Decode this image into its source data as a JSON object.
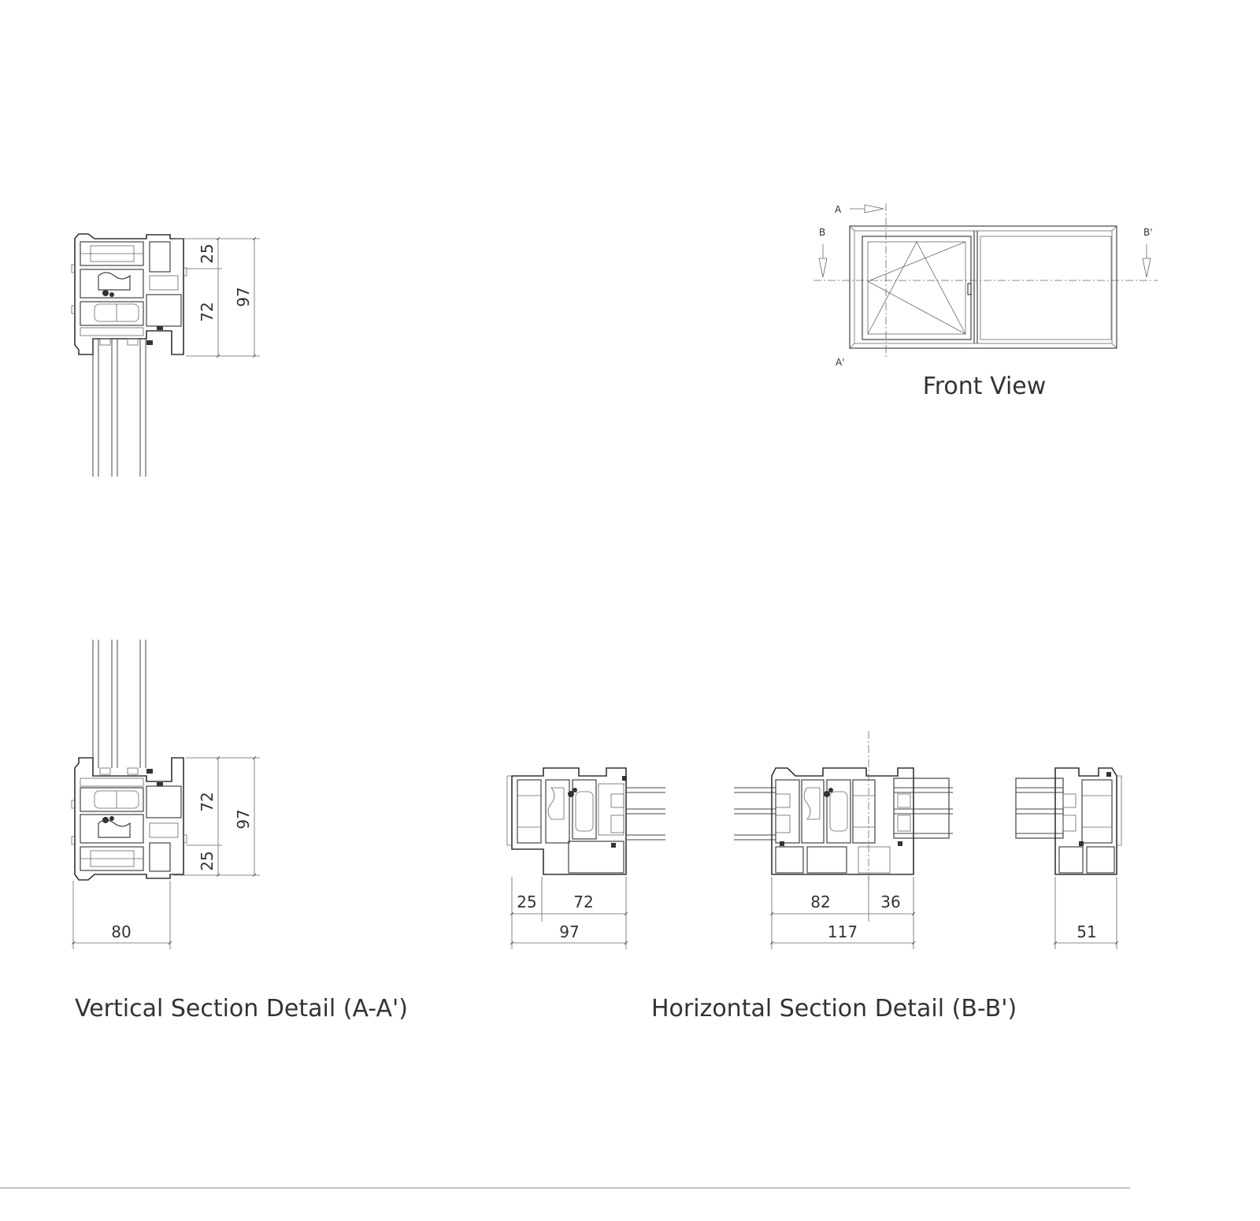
{
  "captions": {
    "front_view": "Front View",
    "vertical_section": "Vertical Section Detail (A-A')",
    "horizontal_section": "Horizontal Section Detail (B-B')"
  },
  "front_view": {
    "label_a": "A",
    "label_a_prime": "A'",
    "label_b": "B",
    "label_b_prime": "B'"
  },
  "vertical_top": {
    "dim_top": "25",
    "dim_bottom": "72",
    "dim_total": "97"
  },
  "vertical_bottom": {
    "dim_top": "72",
    "dim_bottom": "25",
    "dim_total": "97",
    "dim_width": "80"
  },
  "horizontal_left": {
    "dim_a": "25",
    "dim_b": "72",
    "dim_total": "97"
  },
  "horizontal_mid": {
    "dim_a": "82",
    "dim_b": "36",
    "dim_total": "117"
  },
  "horizontal_right": {
    "dim_total": "51"
  }
}
